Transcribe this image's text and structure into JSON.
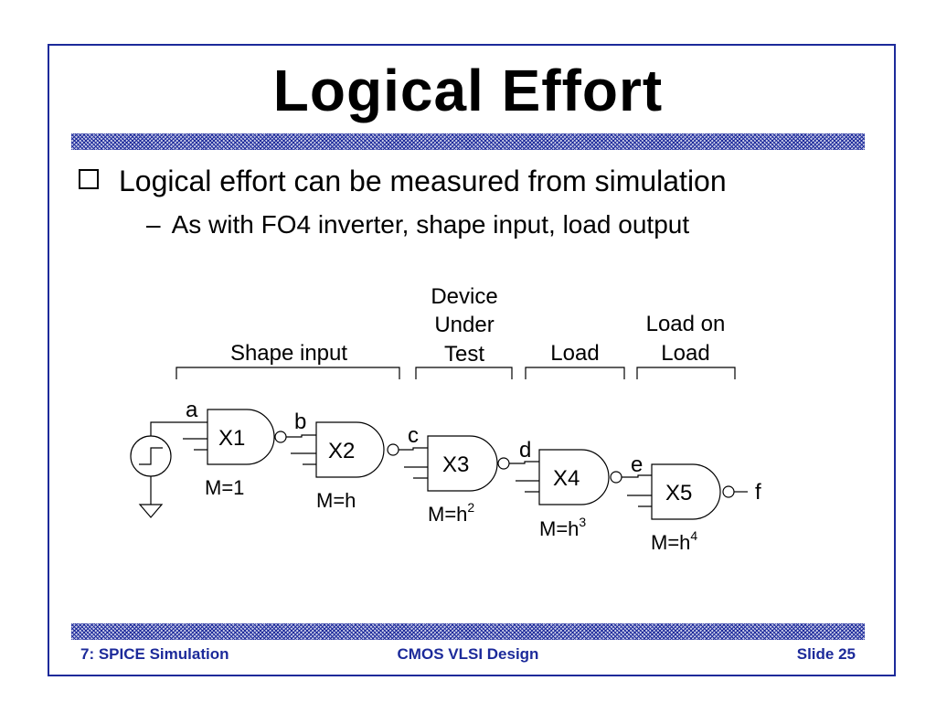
{
  "slide": {
    "title": "Logical Effort",
    "bullet": "Logical effort can be measured from simulation",
    "subbullet": "As with FO4 inverter, shape input, load output",
    "footer_left": "7: SPICE Simulation",
    "footer_center": "CMOS VLSI Design",
    "footer_right": "Slide 25"
  },
  "diagram": {
    "group_shape_input": "Shape input",
    "group_dut_line1": "Device",
    "group_dut_line2": "Under",
    "group_dut_line3": "Test",
    "group_load": "Load",
    "group_loadonload_line1": "Load on",
    "group_loadonload_line2": "Load",
    "nodes": {
      "a": "a",
      "b": "b",
      "c": "c",
      "d": "d",
      "e": "e",
      "f": "f"
    },
    "gates": [
      {
        "name": "X1",
        "m": "M=1",
        "exp": ""
      },
      {
        "name": "X2",
        "m": "M=h",
        "exp": ""
      },
      {
        "name": "X3",
        "m": "M=h",
        "exp": "2"
      },
      {
        "name": "X4",
        "m": "M=h",
        "exp": "3"
      },
      {
        "name": "X5",
        "m": "M=h",
        "exp": "4"
      }
    ]
  },
  "colors": {
    "frame": "#1c2a9a",
    "footer_text": "#1c2a9a"
  }
}
